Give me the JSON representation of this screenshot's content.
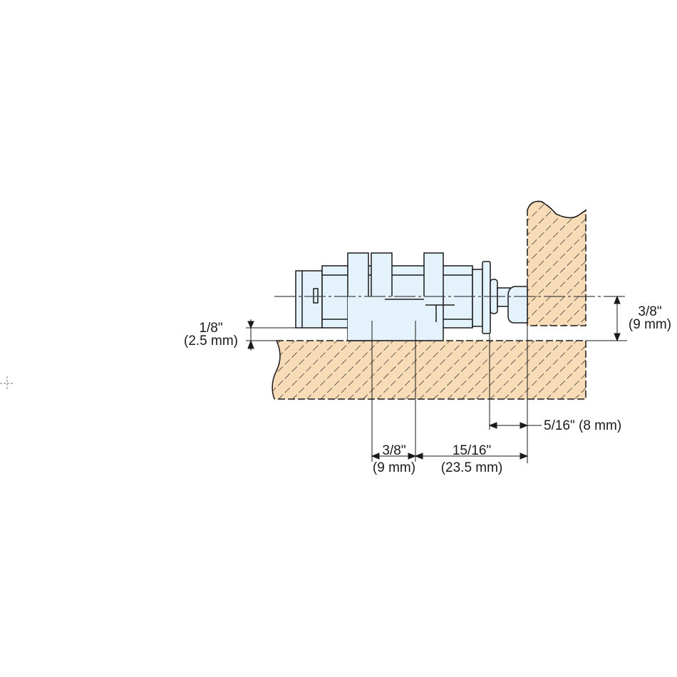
{
  "colors": {
    "wood": "#f8dcb8",
    "latch": "#e4f2fb",
    "line": "#1a1a1a"
  },
  "dimensions": {
    "gap": {
      "inch": "1/8\"",
      "mm": "(2.5 mm)"
    },
    "offset": {
      "inch": "3/8\"",
      "mm": "(9 mm)"
    },
    "stroke": {
      "label": "5/16\" (8 mm)"
    },
    "hole_spacing": {
      "inch": "3/8\"",
      "mm": "(9 mm)"
    },
    "setback": {
      "inch": "15/16\"",
      "mm": "(23.5 mm)"
    }
  }
}
